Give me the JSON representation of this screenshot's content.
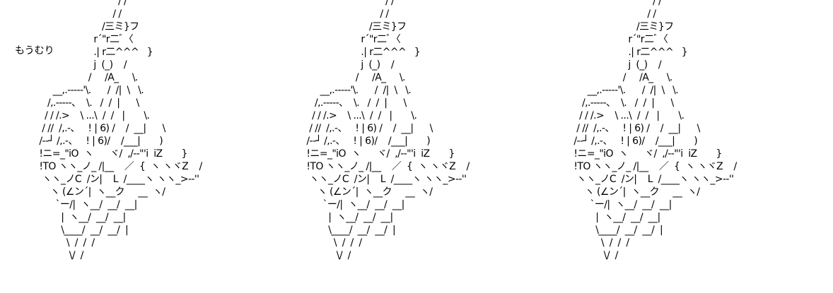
{
  "caption": "もうむり",
  "art_lines": [
    "                                 / /",
    "                               / /",
    "                           /三ミ}フ",
    "                        r´\"r二ﾞ〈",
    "                        .| r二^^^   }",
    "                        j  (_)    /",
    "                      /     /A_     \\.",
    "         __,.-----'\\.      /  /|  \\   \\.",
    "       /,.-----、  \\.   /  /  |      \\",
    "      / / /.>    \\ ...\\  /  /   |       \\.",
    "     / //  /,.-、   ! | 6) /    /  __|      \\",
    "    /--┘ /,.-、   ! | 6)/    /___|       )",
    "    !ニ=_\"iO  ヽ      ヾ/  ,/--\"'i  iZ       }",
    "    !TO ヽヽ_ノ_ /|__    ／  {  ヽ ヽヾZ    /",
    "     ヽヽ_ノC  /ン|    L  /____ヽ ヽヽ_>-‐''",
    "        ヽ (∠ン´|  ヽ__ク     __  ヽ/",
    "          `ー/|  ヽ__/  __/  __|",
    "            |  ヽ__/  __/  __|",
    "            \\____/  __/  __/  |",
    "              \\  /  /  /",
    "               \\/  /"
  ]
}
